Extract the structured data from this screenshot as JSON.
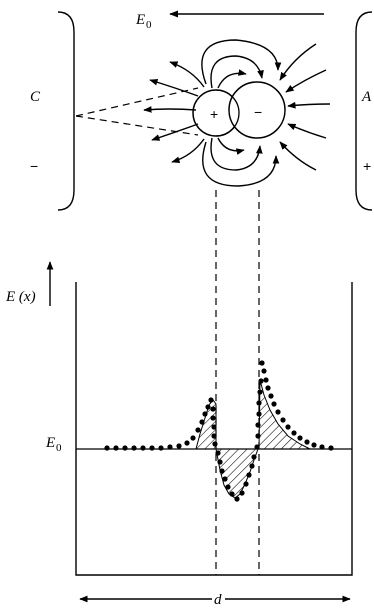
{
  "labels": {
    "field_label": "E",
    "field_subscript": "0",
    "left_electrode_label": "C",
    "left_electrode_sign": "−",
    "right_electrode_label": "A",
    "right_electrode_sign": "+",
    "positive_charge_sign": "+",
    "negative_charge_sign": "−",
    "y_axis_label": "E (x)",
    "baseline_label": "E",
    "baseline_subscript": "0",
    "width_label": "d"
  },
  "chart_data": {
    "type": "scatter",
    "ylabel": "E (x)",
    "xlabel": "d",
    "reference_line": "E0",
    "note": "dots trace a schematic profile; no numeric values are printed"
  }
}
